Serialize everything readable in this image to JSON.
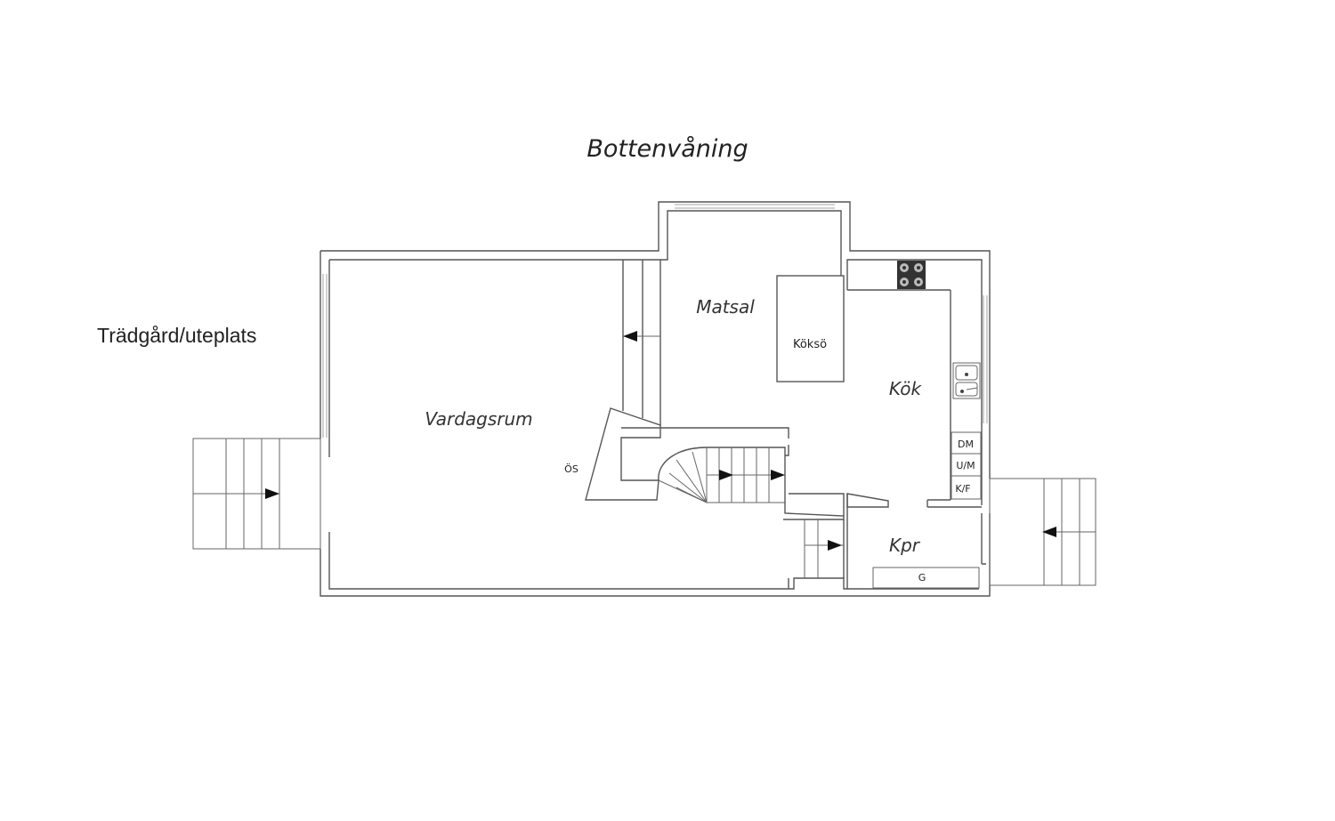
{
  "plan": {
    "title": "Bottenvåning",
    "outside_label": "Trädgård/uteplats",
    "rooms": {
      "vardagsrum": "Vardagsrum",
      "matsal": "Matsal",
      "kok": "Kök",
      "kpr": "Kpr"
    },
    "fixtures": {
      "kokso": "Köksö",
      "os": "ÖS",
      "dm": "DM",
      "um": "U/M",
      "kf": "K/F",
      "g": "G"
    }
  }
}
